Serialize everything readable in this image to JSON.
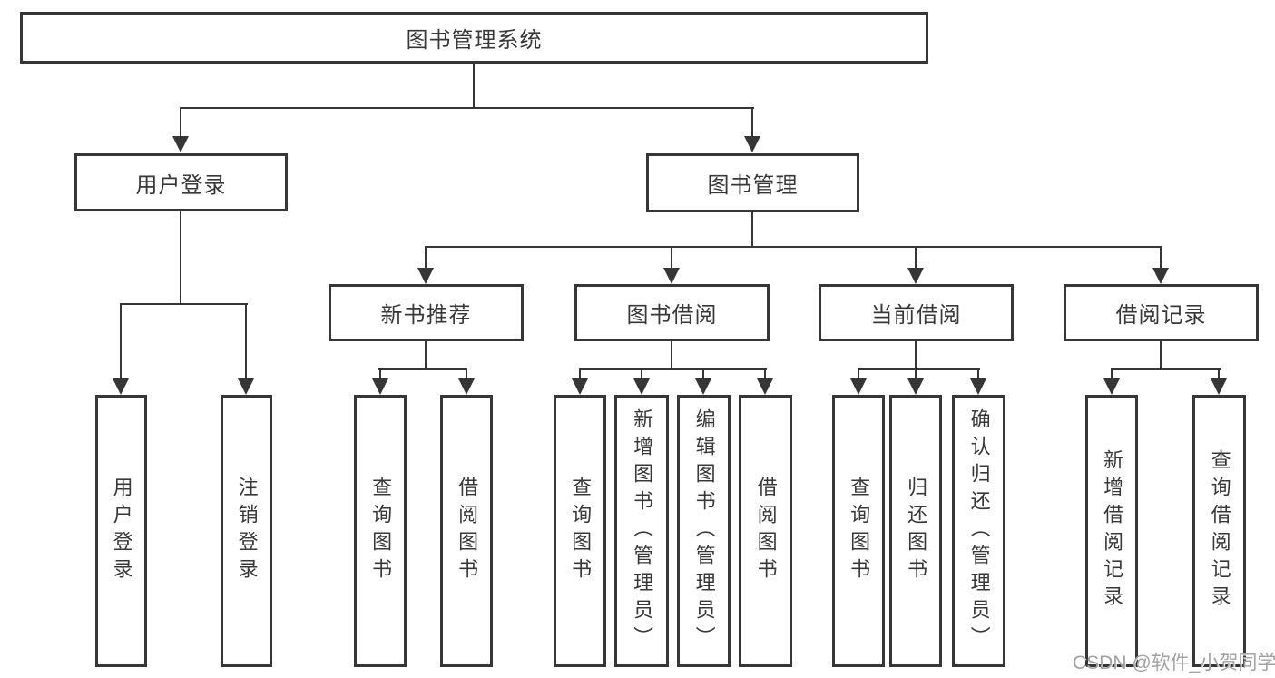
{
  "diagram": {
    "root": "图书管理系统",
    "level2": {
      "login": "用户登录",
      "mgmt": "图书管理"
    },
    "level3": {
      "new_rec": "新书推荐",
      "borrow": "图书借阅",
      "current": "当前借阅",
      "records": "借阅记录"
    },
    "leaves": {
      "login": [
        "用户登录",
        "注销登录"
      ],
      "new_rec": [
        "查询图书",
        "借阅图书"
      ],
      "borrow": [
        "查询图书",
        "新增图书（管理员）",
        "编辑图书（管理员）",
        "借阅图书"
      ],
      "current": [
        "查询图书",
        "归还图书",
        "确认归还（管理员）"
      ],
      "records": [
        "新增借阅记录",
        "查询借阅记录"
      ]
    }
  },
  "watermark": "CSDN @软件_小贺同学",
  "colors": {
    "line": "#363636",
    "text": "#383838",
    "watermark": "#a2a2a2",
    "background": "#ffffff"
  }
}
